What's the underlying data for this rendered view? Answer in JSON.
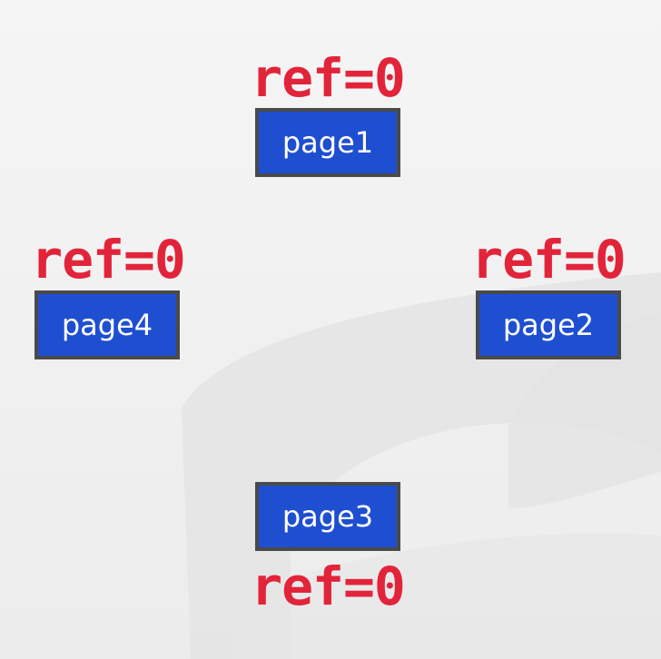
{
  "pages": [
    {
      "label": "page1",
      "ref": "ref=0"
    },
    {
      "label": "page2",
      "ref": "ref=0"
    },
    {
      "label": "page3",
      "ref": "ref=0"
    },
    {
      "label": "page4",
      "ref": "ref=0"
    }
  ],
  "colors": {
    "ref_text": "#e2243a",
    "page_fill": "#1f4fd1",
    "page_border": "#4a4a4a",
    "page_text": "#ffffff"
  }
}
